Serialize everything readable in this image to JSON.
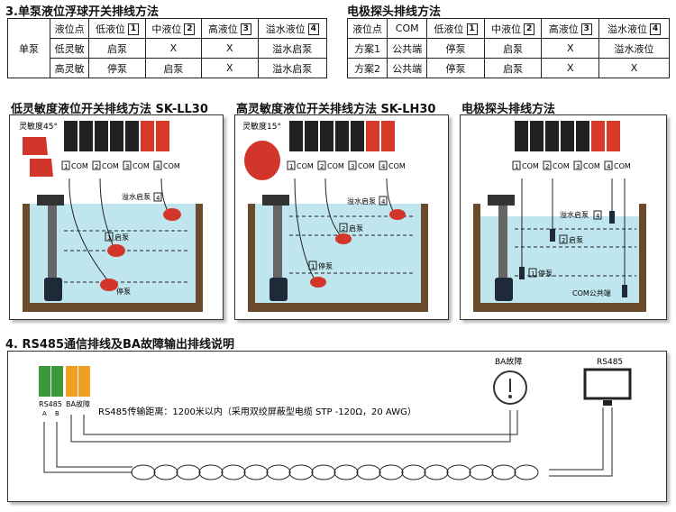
{
  "section3": {
    "title": "3.单泵液位浮球开关排线方法"
  },
  "pump_table": {
    "row_label": "单泵",
    "header": [
      {
        "text": "液位点",
        "num": ""
      },
      {
        "text": "低液位",
        "num": "1"
      },
      {
        "text": "中液位",
        "num": "2"
      },
      {
        "text": "高液位",
        "num": "3"
      },
      {
        "text": "溢水液位",
        "num": "4"
      }
    ],
    "rows": [
      [
        "低灵敏",
        "启泵",
        "X",
        "X",
        "溢水启泵"
      ],
      [
        "高灵敏",
        "停泵",
        "启泵",
        "X",
        "溢水启泵"
      ]
    ]
  },
  "electrode_section": {
    "title": "电极探头排线方法"
  },
  "electrode_table": {
    "header": [
      {
        "text": "液位点",
        "num": ""
      },
      {
        "text": "COM",
        "num": ""
      },
      {
        "text": "低液位",
        "num": "1"
      },
      {
        "text": "中液位",
        "num": "2"
      },
      {
        "text": "高液位",
        "num": "3"
      },
      {
        "text": "溢水液位",
        "num": "4"
      }
    ],
    "rows": [
      [
        "方案1",
        "公共端",
        "停泵",
        "启泵",
        "X",
        "溢水液位"
      ],
      [
        "方案2",
        "公共端",
        "停泵",
        "启泵",
        "X",
        "X"
      ]
    ]
  },
  "diagrams": {
    "low": {
      "title": "低灵敏度液位开关排线方法 SK-LL30",
      "sensitivity": "灵敏度45°",
      "terminals": [
        {
          "n": "1",
          "t": "COM"
        },
        {
          "n": "2",
          "t": "COM"
        },
        {
          "n": "3",
          "t": "COM"
        },
        {
          "n": "4",
          "t": "COM"
        }
      ],
      "overflow": "溢水启泵",
      "overflow_num": "4",
      "start": "启泵",
      "start_num": "1",
      "stop": "停泵"
    },
    "high": {
      "title": "高灵敏度液位开关排线方法 SK-LH30",
      "sensitivity": "灵敏度15°",
      "terminals": [
        {
          "n": "1",
          "t": "COM"
        },
        {
          "n": "2",
          "t": "COM"
        },
        {
          "n": "3",
          "t": "COM"
        },
        {
          "n": "4",
          "t": "COM"
        }
      ],
      "overflow": "溢水启泵",
      "overflow_num": "4",
      "start": "启泵",
      "start_num": "2",
      "stop": "停泵",
      "stop_num": "1"
    },
    "electrode": {
      "title": "电极探头排线方法",
      "terminals": [
        {
          "n": "1",
          "t": "COM"
        },
        {
          "n": "2",
          "t": "COM"
        },
        {
          "n": "3",
          "t": "COM"
        },
        {
          "n": "4",
          "t": "COM"
        }
      ],
      "overflow": "溢水启泵",
      "overflow_num": "4",
      "start": "启泵",
      "start_num": "2",
      "stop": "停泵",
      "stop_num": "1",
      "com": "COM公共端"
    }
  },
  "section4": {
    "title": "4. RS485通信排线及BA故障输出排线说明",
    "ba_label": "BA故障",
    "rs485_label": "RS485",
    "terminal_left": "RS485",
    "terminal_right": "BA故障",
    "terminal_a": "A",
    "terminal_b": "B",
    "distance_note": "RS485传输距离：1200米以内（采用双绞屏蔽型电缆 STP -120Ω，20 AWG）",
    "colors": {
      "green": "#3a9a3a",
      "orange": "#f0a020"
    }
  },
  "colors": {
    "water": "#bfe6ee",
    "float": "#d2352a",
    "relay_red": "#d83a2a",
    "relay_dark": "#222222",
    "soil": "#6b4a2b"
  }
}
